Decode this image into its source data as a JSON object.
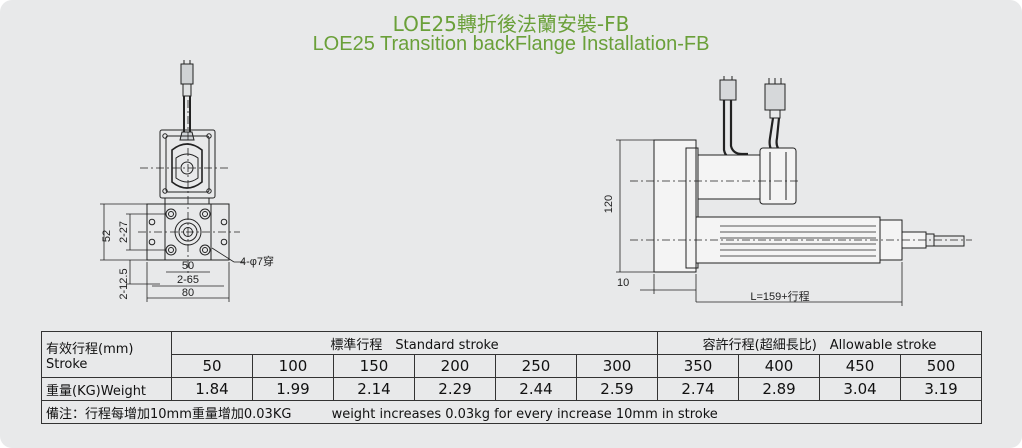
{
  "title": {
    "zh": "LOE25轉折後法蘭安裝-FB",
    "en": "LOE25 Transition  backFlange Installation-FB"
  },
  "front_view": {
    "dims": {
      "d52": "52",
      "d2_27": "2-27",
      "d2_12_5": "2-12.5",
      "d50": "50",
      "d2_65": "2-65",
      "d80": "80",
      "hole": "4-φ7穿"
    }
  },
  "side_view": {
    "dims": {
      "d120": "120",
      "d10": "10",
      "length": "L=159+行程"
    }
  },
  "table": {
    "label_stroke_zh": "有效行程(mm)",
    "label_stroke_en": "Stroke",
    "std_header": "標準行程　Standard stroke",
    "allow_header": "容許行程(超細長比)　Allowable stroke",
    "strokes": [
      "50",
      "100",
      "150",
      "200",
      "250",
      "300",
      "350",
      "400",
      "450",
      "500"
    ],
    "weight_label": "重量(KG)Weight",
    "weights": [
      "1.84",
      "1.99",
      "2.14",
      "2.29",
      "2.44",
      "2.59",
      "2.74",
      "2.89",
      "3.04",
      "3.19"
    ],
    "note_zh": "備注：行程每增加10mm重量增加0.03KG",
    "note_en": "weight increases 0.03kg for every increase 10mm in stroke"
  }
}
